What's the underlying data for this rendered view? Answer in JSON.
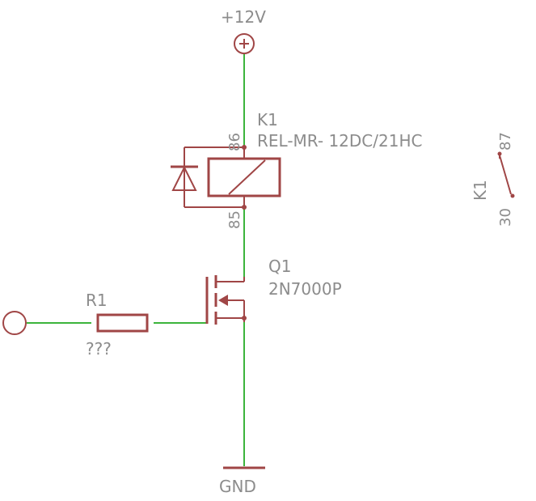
{
  "supply": {
    "label": "+12V"
  },
  "ground": {
    "label": "GND"
  },
  "relay": {
    "ref": "K1",
    "value": "REL-MR- 12DC/21HC",
    "pin_top": "86",
    "pin_bottom": "85"
  },
  "relay_contact": {
    "ref": "K1",
    "pin_top": "87",
    "pin_bottom": "30"
  },
  "transistor": {
    "ref": "Q1",
    "value": "2N7000P"
  },
  "resistor": {
    "ref": "R1",
    "value": "???"
  },
  "colors": {
    "wire": "#3cb43c",
    "symbol": "#a04646",
    "text": "#8c8c8c",
    "background": "#ffffff"
  }
}
